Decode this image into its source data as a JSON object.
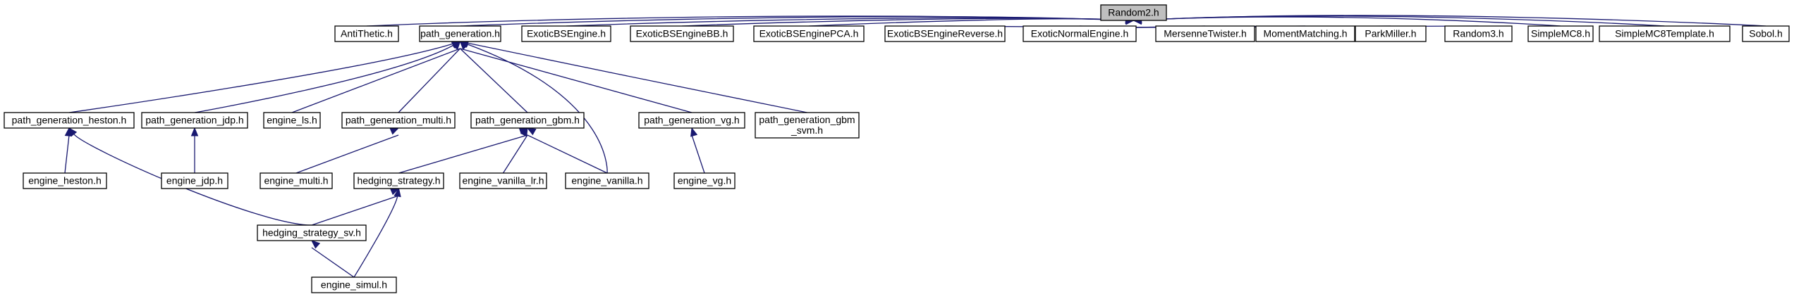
{
  "diagram": {
    "nodes": [
      {
        "id": "random2",
        "lines": [
          "Random2.h"
        ],
        "root": true
      },
      {
        "id": "antithetic",
        "lines": [
          "AntiThetic.h"
        ]
      },
      {
        "id": "path_generation",
        "lines": [
          "path_generation.h"
        ]
      },
      {
        "id": "exoticbsengine",
        "lines": [
          "ExoticBSEngine.h"
        ]
      },
      {
        "id": "exoticbsenginebb",
        "lines": [
          "ExoticBSEngineBB.h"
        ]
      },
      {
        "id": "exoticbsenginepca",
        "lines": [
          "ExoticBSEnginePCA.h"
        ]
      },
      {
        "id": "exoticbsenginereverse",
        "lines": [
          "ExoticBSEngineReverse.h"
        ]
      },
      {
        "id": "exoticnormalengine",
        "lines": [
          "ExoticNormalEngine.h"
        ]
      },
      {
        "id": "mersennetwister",
        "lines": [
          "MersenneTwister.h"
        ]
      },
      {
        "id": "momentmatching",
        "lines": [
          "MomentMatching.h"
        ]
      },
      {
        "id": "parkmiller",
        "lines": [
          "ParkMiller.h"
        ]
      },
      {
        "id": "random3",
        "lines": [
          "Random3.h"
        ]
      },
      {
        "id": "simplemc8",
        "lines": [
          "SimpleMC8.h"
        ]
      },
      {
        "id": "simplemc8template",
        "lines": [
          "SimpleMC8Template.h"
        ]
      },
      {
        "id": "sobol",
        "lines": [
          "Sobol.h"
        ]
      },
      {
        "id": "path_generation_heston",
        "lines": [
          "path_generation_heston.h"
        ]
      },
      {
        "id": "path_generation_jdp",
        "lines": [
          "path_generation_jdp.h"
        ]
      },
      {
        "id": "engine_ls",
        "lines": [
          "engine_ls.h"
        ]
      },
      {
        "id": "path_generation_multi",
        "lines": [
          "path_generation_multi.h"
        ]
      },
      {
        "id": "path_generation_gbm",
        "lines": [
          "path_generation_gbm.h"
        ]
      },
      {
        "id": "path_generation_vg",
        "lines": [
          "path_generation_vg.h"
        ]
      },
      {
        "id": "path_generation_gbm_svm",
        "lines": [
          "path_generation_gbm",
          "_svm.h"
        ]
      },
      {
        "id": "engine_heston",
        "lines": [
          "engine_heston.h"
        ]
      },
      {
        "id": "engine_jdp",
        "lines": [
          "engine_jdp.h"
        ]
      },
      {
        "id": "engine_multi",
        "lines": [
          "engine_multi.h"
        ]
      },
      {
        "id": "hedging_strategy",
        "lines": [
          "hedging_strategy.h"
        ]
      },
      {
        "id": "engine_vanilla_lr",
        "lines": [
          "engine_vanilla_lr.h"
        ]
      },
      {
        "id": "engine_vanilla",
        "lines": [
          "engine_vanilla.h"
        ]
      },
      {
        "id": "engine_vg",
        "lines": [
          "engine_vg.h"
        ]
      },
      {
        "id": "hedging_strategy_sv",
        "lines": [
          "hedging_strategy_sv.h"
        ]
      },
      {
        "id": "engine_simul",
        "lines": [
          "engine_simul.h"
        ]
      }
    ],
    "edges": [
      {
        "from": "antithetic",
        "to": "random2"
      },
      {
        "from": "path_generation",
        "to": "random2"
      },
      {
        "from": "exoticbsengine",
        "to": "random2"
      },
      {
        "from": "exoticbsenginebb",
        "to": "random2"
      },
      {
        "from": "exoticbsenginepca",
        "to": "random2"
      },
      {
        "from": "exoticbsenginereverse",
        "to": "random2"
      },
      {
        "from": "exoticnormalengine",
        "to": "random2"
      },
      {
        "from": "mersennetwister",
        "to": "random2"
      },
      {
        "from": "momentmatching",
        "to": "random2"
      },
      {
        "from": "parkmiller",
        "to": "random2"
      },
      {
        "from": "random3",
        "to": "random2"
      },
      {
        "from": "simplemc8",
        "to": "random2"
      },
      {
        "from": "simplemc8template",
        "to": "random2"
      },
      {
        "from": "sobol",
        "to": "random2"
      },
      {
        "from": "path_generation_heston",
        "to": "path_generation"
      },
      {
        "from": "path_generation_jdp",
        "to": "path_generation"
      },
      {
        "from": "engine_ls",
        "to": "path_generation"
      },
      {
        "from": "path_generation_multi",
        "to": "path_generation"
      },
      {
        "from": "path_generation_gbm",
        "to": "path_generation"
      },
      {
        "from": "path_generation_vg",
        "to": "path_generation"
      },
      {
        "from": "path_generation_gbm_svm",
        "to": "path_generation"
      },
      {
        "from": "engine_vanilla",
        "to": "path_generation"
      },
      {
        "from": "engine_heston",
        "to": "path_generation_heston"
      },
      {
        "from": "hedging_strategy_sv",
        "to": "path_generation_heston"
      },
      {
        "from": "engine_jdp",
        "to": "path_generation_jdp"
      },
      {
        "from": "engine_multi",
        "to": "path_generation_multi"
      },
      {
        "from": "hedging_strategy",
        "to": "path_generation_gbm"
      },
      {
        "from": "engine_vanilla_lr",
        "to": "path_generation_gbm"
      },
      {
        "from": "engine_vanilla",
        "to": "path_generation_gbm"
      },
      {
        "from": "engine_vg",
        "to": "path_generation_vg"
      },
      {
        "from": "hedging_strategy_sv",
        "to": "hedging_strategy"
      },
      {
        "from": "engine_simul",
        "to": "hedging_strategy"
      },
      {
        "from": "engine_simul",
        "to": "hedging_strategy_sv"
      }
    ]
  },
  "colors": {
    "edge": "#191970",
    "root_fill": "#bfbfbf",
    "node_fill": "#ffffff",
    "node_stroke": "#000000"
  }
}
